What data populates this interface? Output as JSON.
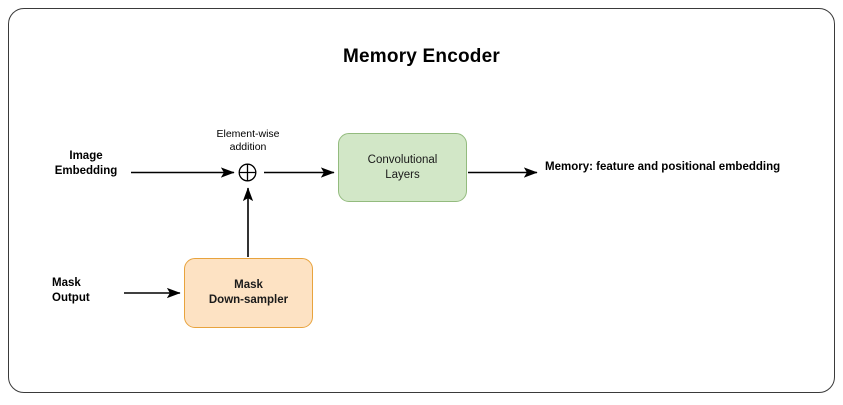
{
  "diagram": {
    "title": "Memory Encoder",
    "type": "block-flow-diagram",
    "frame": {
      "shape": "rounded-rectangle",
      "border_color": "#3a3a3a"
    },
    "inputs": [
      {
        "id": "image-embedding",
        "label": "Image\nEmbedding"
      },
      {
        "id": "mask-output",
        "label": "Mask\nOutput"
      }
    ],
    "operators": [
      {
        "id": "element-wise-addition",
        "glyph": "plus-circle",
        "caption": "Element-wise\naddition"
      }
    ],
    "nodes": [
      {
        "id": "convolutional-layers",
        "label": "Convolutional\nLayers",
        "fill": "#d2e7c7",
        "stroke": "#93bb7e"
      },
      {
        "id": "mask-down-sampler",
        "label": "Mask\nDown-sampler",
        "fill": "#fde2c3",
        "stroke": "#e8a33d"
      }
    ],
    "outputs": [
      {
        "id": "memory-output",
        "label": "Memory: feature and positional embedding"
      }
    ],
    "edges": [
      {
        "from": "image-embedding",
        "to": "element-wise-addition",
        "arrow": true
      },
      {
        "from": "mask-output",
        "to": "mask-down-sampler",
        "arrow": true
      },
      {
        "from": "mask-down-sampler",
        "to": "element-wise-addition",
        "arrow": true
      },
      {
        "from": "element-wise-addition",
        "to": "convolutional-layers",
        "arrow": true
      },
      {
        "from": "convolutional-layers",
        "to": "memory-output",
        "arrow": true
      }
    ],
    "colors": {
      "arrow": "#000000",
      "text": "#000000",
      "background": "#ffffff"
    }
  }
}
